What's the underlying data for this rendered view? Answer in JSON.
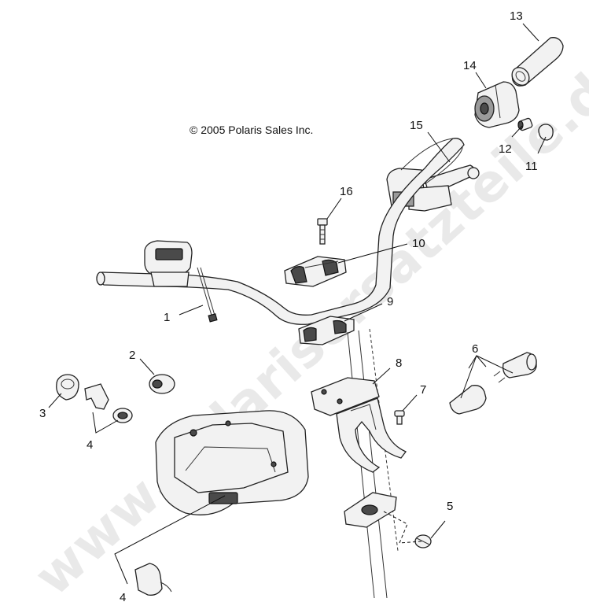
{
  "copyright": "© 2005 Polaris Sales Inc.",
  "watermark": "www.polarisersatzteile.de",
  "callouts": {
    "c1": "1",
    "c2": "2",
    "c3": "3",
    "c4a": "4",
    "c4b": "4",
    "c5": "5",
    "c6": "6",
    "c7": "7",
    "c8": "8",
    "c9": "9",
    "c10": "10",
    "c11": "11",
    "c12": "12",
    "c13": "13",
    "c14": "14",
    "c15": "15",
    "c16": "16"
  }
}
